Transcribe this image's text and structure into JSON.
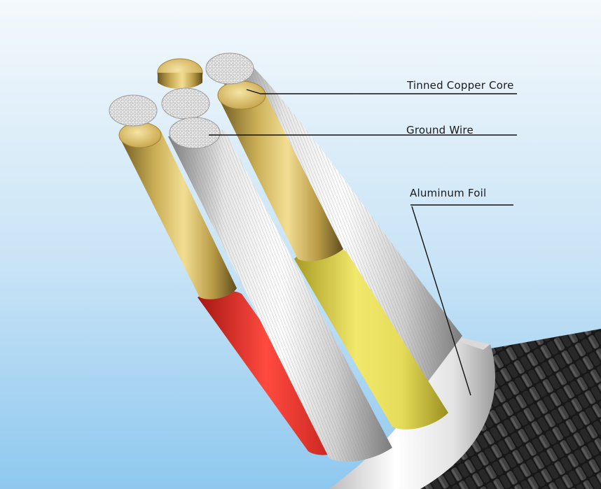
{
  "diagram": {
    "callouts": [
      {
        "id": "tinned-copper-core",
        "label": "Tinned Copper Core"
      },
      {
        "id": "ground-wire",
        "label": "Ground Wire"
      },
      {
        "id": "aluminum-foil",
        "label": "Aluminum Foil"
      }
    ]
  },
  "colors": {
    "background_top": "#f4f9fc",
    "background_bottom": "#8ec8ef",
    "copper_core": "#c9ad55",
    "red_insulation": "#e8332f",
    "yellow_insulation": "#e6dc5a",
    "foil": "#f2f2f2",
    "braid": "#2a2a2a",
    "silver_strands": "#d8d8d8",
    "callout_line": "#111111"
  }
}
